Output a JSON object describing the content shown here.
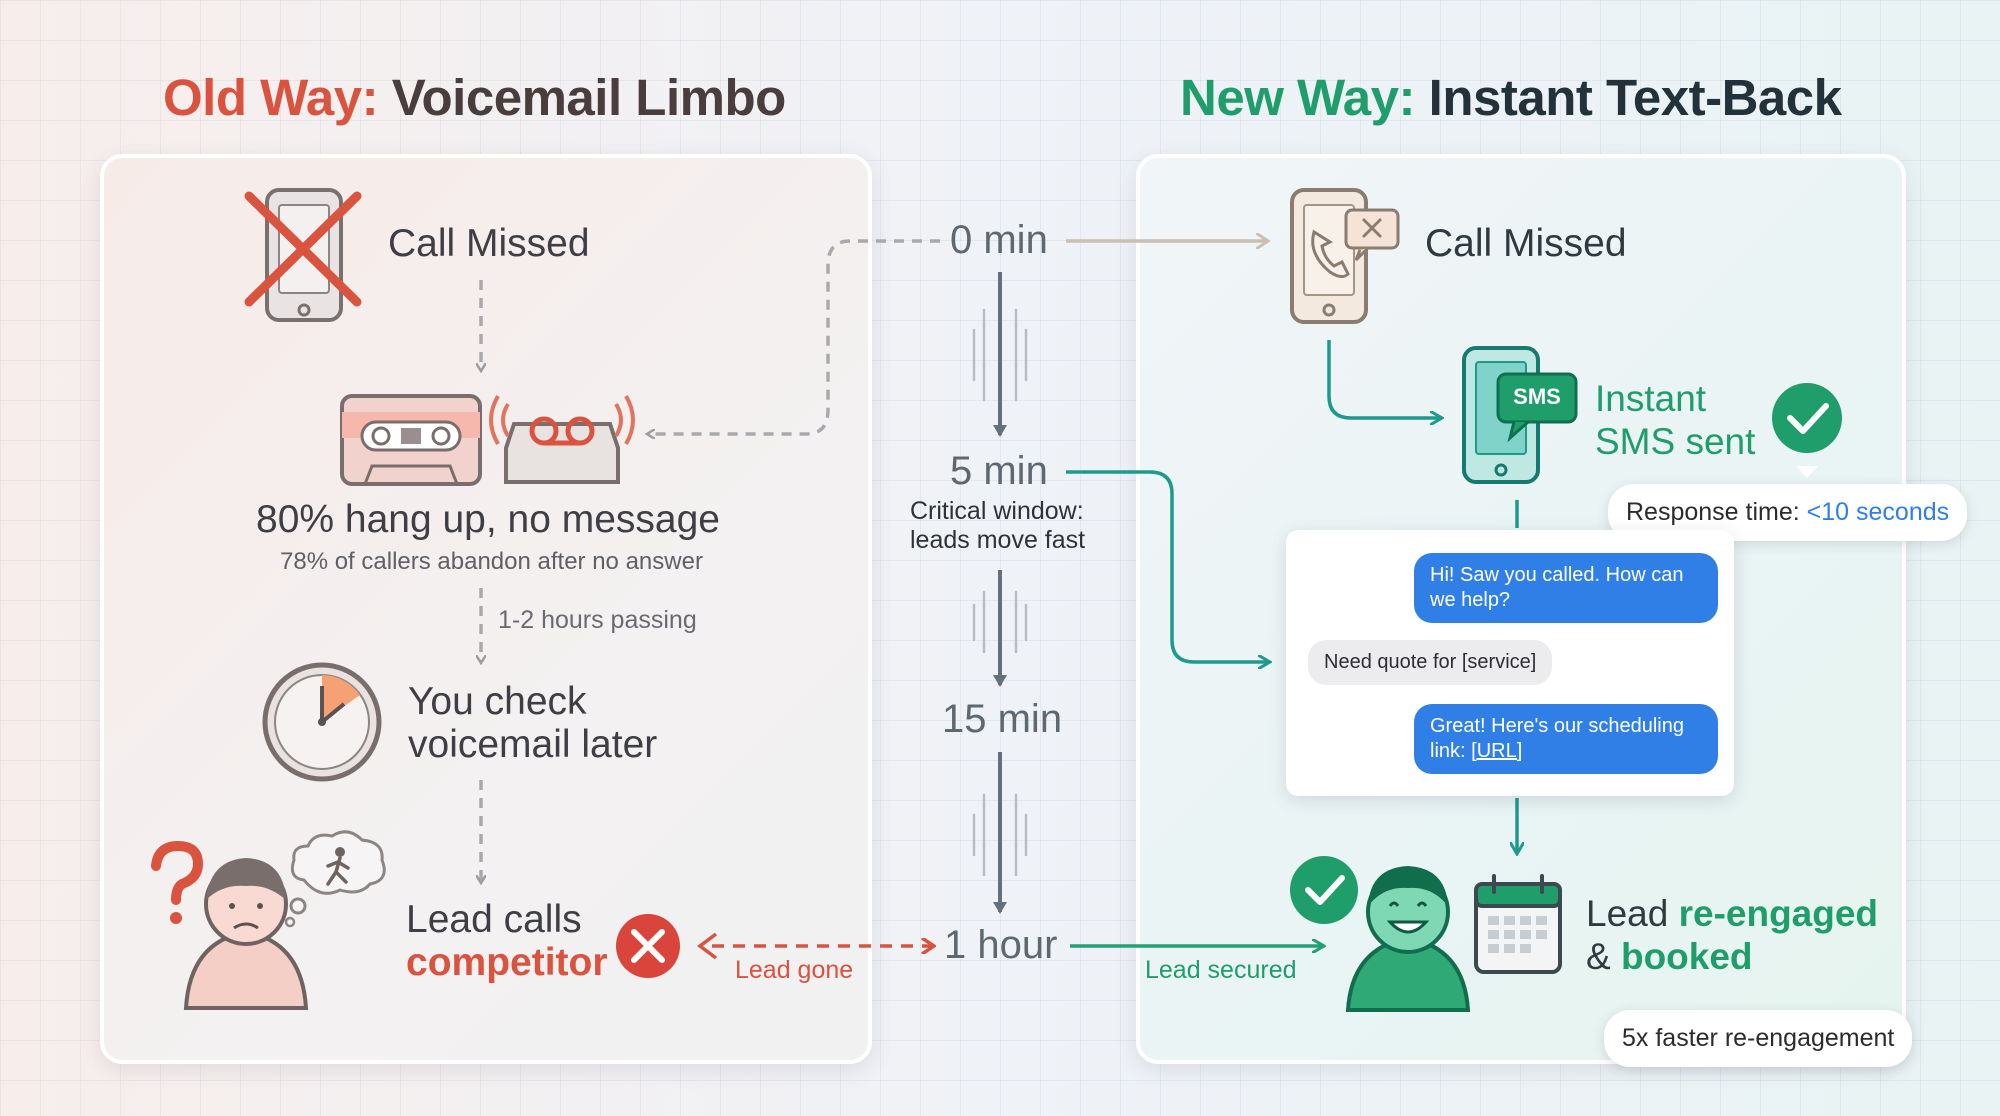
{
  "old": {
    "title_prefix": "Old Way:",
    "title_rest": "Voicemail Limbo",
    "step1": "Call Missed",
    "step2_main": "80% hang up, no message",
    "step2_sub": "78% of callers abandon after no answer",
    "gap": "1-2 hours passing",
    "step3_line1": "You check",
    "step3_line2": "voicemail later",
    "step4_line1": "Lead calls",
    "step4_line2": "competitor",
    "lost_label": "Lead gone"
  },
  "timeline": {
    "t0": "0 min",
    "t1": "5 min",
    "t1_note1": "Critical window:",
    "t1_note2": "leads move fast",
    "t2": "15 min",
    "t3": "1 hour"
  },
  "new": {
    "title_prefix": "New Way:",
    "title_rest": "Instant Text-Back",
    "step1": "Call Missed",
    "sms_badge": "SMS",
    "step2_line1": "Instant",
    "step2_line2": "SMS sent",
    "response_label": "Response time:",
    "response_value": "<10 seconds",
    "chat": {
      "msg1": "Hi! Saw you called. How can we help?",
      "msg2": "Need quote for [service]",
      "msg3_text": "Great! Here's our scheduling link:",
      "msg3_link": "[URL]"
    },
    "secured_label": "Lead secured",
    "step4_w1": "Lead",
    "step4_w2": "re-engaged",
    "step4_w3": "&",
    "step4_w4": "booked",
    "badge": "5x faster re-engagement"
  },
  "colors": {
    "old_accent": "#d9533f",
    "new_accent": "#1f9d6a",
    "teal": "#1e9a8c",
    "blue": "#2f7fe6",
    "dark": "#2f3a40"
  }
}
